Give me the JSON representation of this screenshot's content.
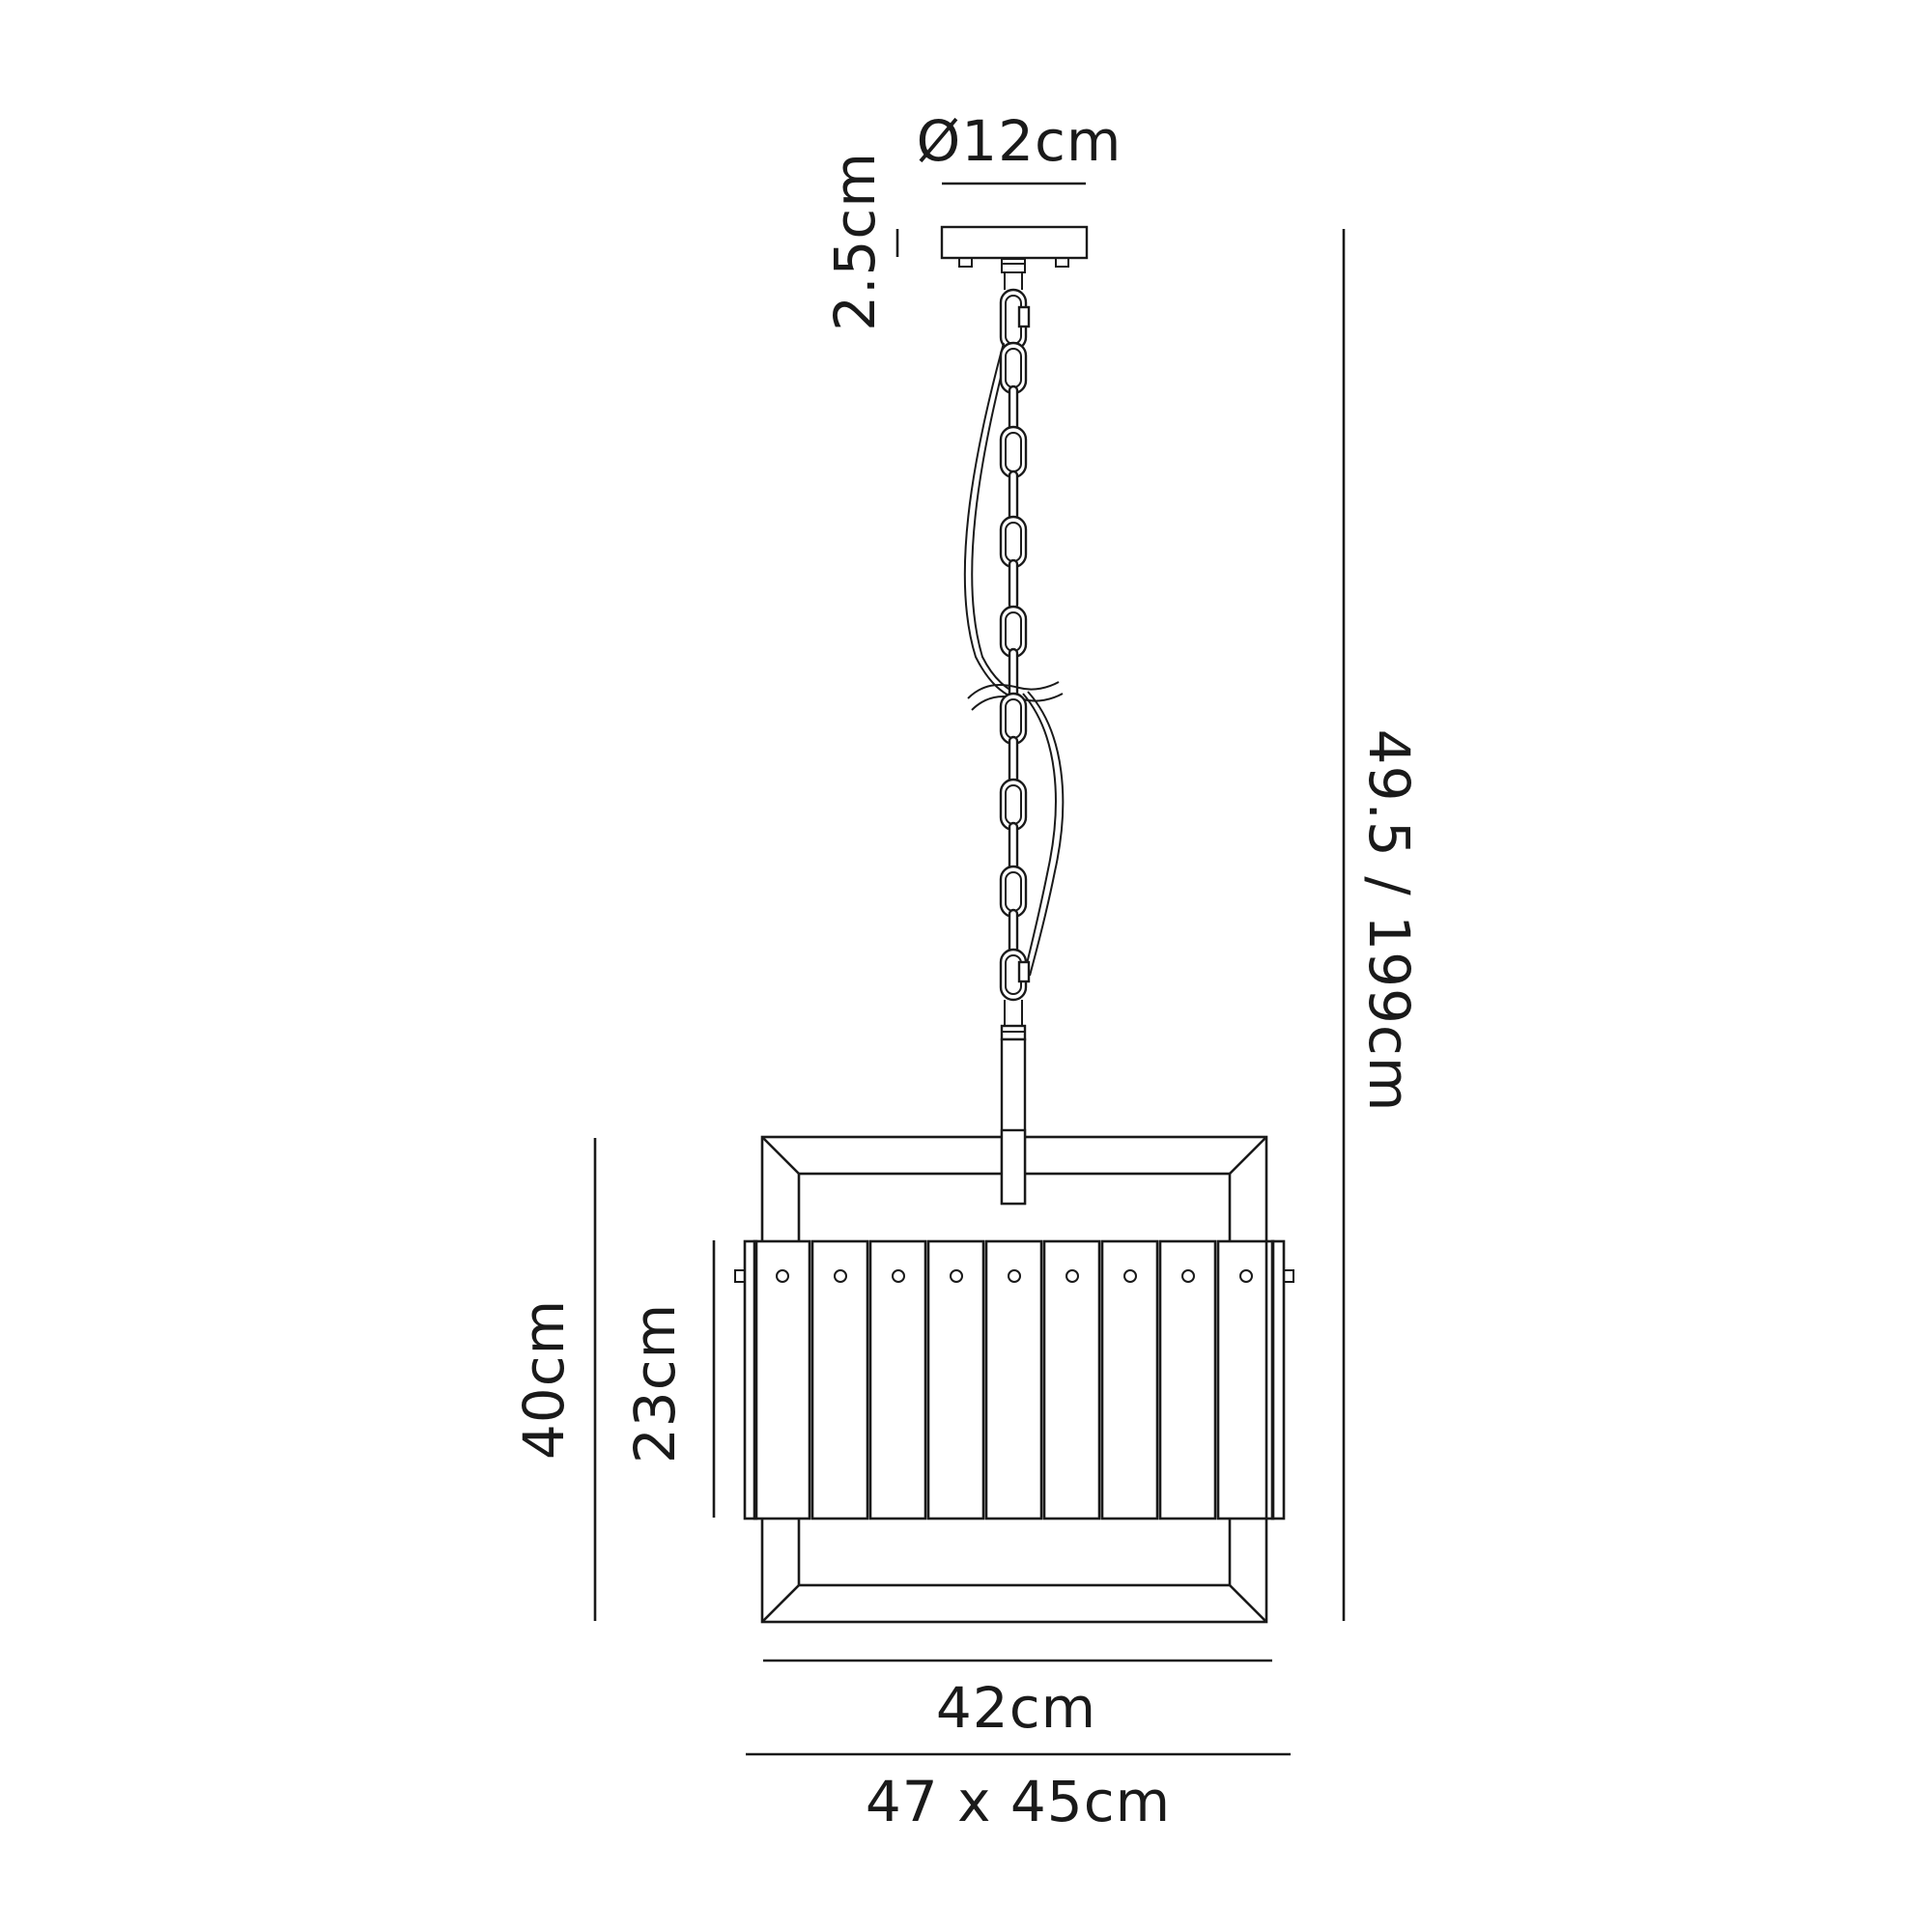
{
  "diagram": {
    "type": "pendant-light-dimension-drawing",
    "line_color": "#1a1a1a",
    "background": "#ffffff",
    "dimensions": {
      "canopy_diameter": "Ø12cm",
      "canopy_height": "2.5cm",
      "overall_height": "49.5 / 199cm",
      "body_height": "40cm",
      "shade_height": "23cm",
      "frame_width": "42cm",
      "overall_width": "47 x 45cm"
    },
    "components": {
      "canopy": "ceiling-canopy",
      "chain": "suspension-chain",
      "cable": "power-cable",
      "rod": "suspension-rod",
      "frame": "square-bevelled-frame",
      "panel_count": 9
    }
  }
}
